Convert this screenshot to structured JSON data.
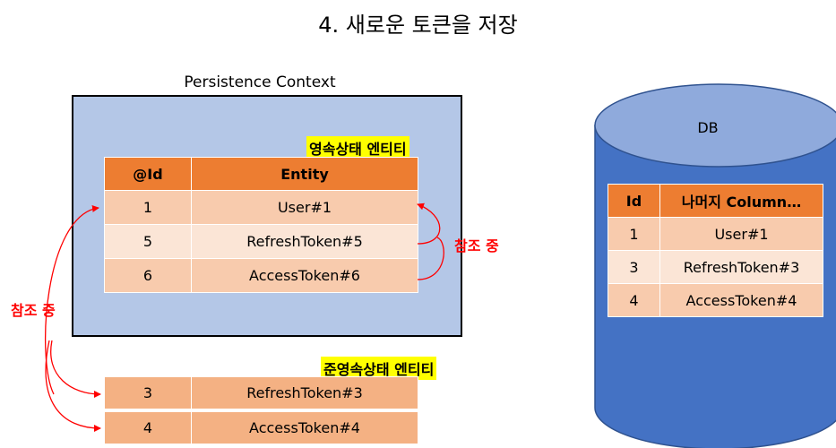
{
  "title": "4. 새로운 토큰을 저장",
  "persistence_context": {
    "label": "Persistence Context",
    "managed_label": "영속상태 엔티티",
    "columns": [
      "@Id",
      "Entity"
    ],
    "rows": [
      {
        "id": "1",
        "entity": "User#1"
      },
      {
        "id": "5",
        "entity": "RefreshToken#5"
      },
      {
        "id": "6",
        "entity": "AccessToken#6"
      }
    ]
  },
  "detached": {
    "label": "준영속상태 엔티티",
    "rows": [
      {
        "id": "3",
        "entity": "RefreshToken#3"
      },
      {
        "id": "4",
        "entity": "AccessToken#4"
      }
    ]
  },
  "references": {
    "right_label": "참조 중",
    "left_label": "참조 중"
  },
  "database": {
    "label": "DB",
    "columns": [
      "Id",
      "나머지 Column…"
    ],
    "rows": [
      {
        "id": "1",
        "value": "User#1"
      },
      {
        "id": "3",
        "value": "RefreshToken#3"
      },
      {
        "id": "4",
        "value": "AccessToken#4"
      }
    ]
  },
  "colors": {
    "context_fill": "#b4c7e7",
    "header": "#ed7d31",
    "row_dark": "#f8cbad",
    "row_light": "#fbe5d6",
    "detached_row": "#f4b183",
    "db_body": "#4472c4",
    "db_top": "#8faadc",
    "highlight": "#ffff00",
    "arrow": "#ff0000"
  }
}
